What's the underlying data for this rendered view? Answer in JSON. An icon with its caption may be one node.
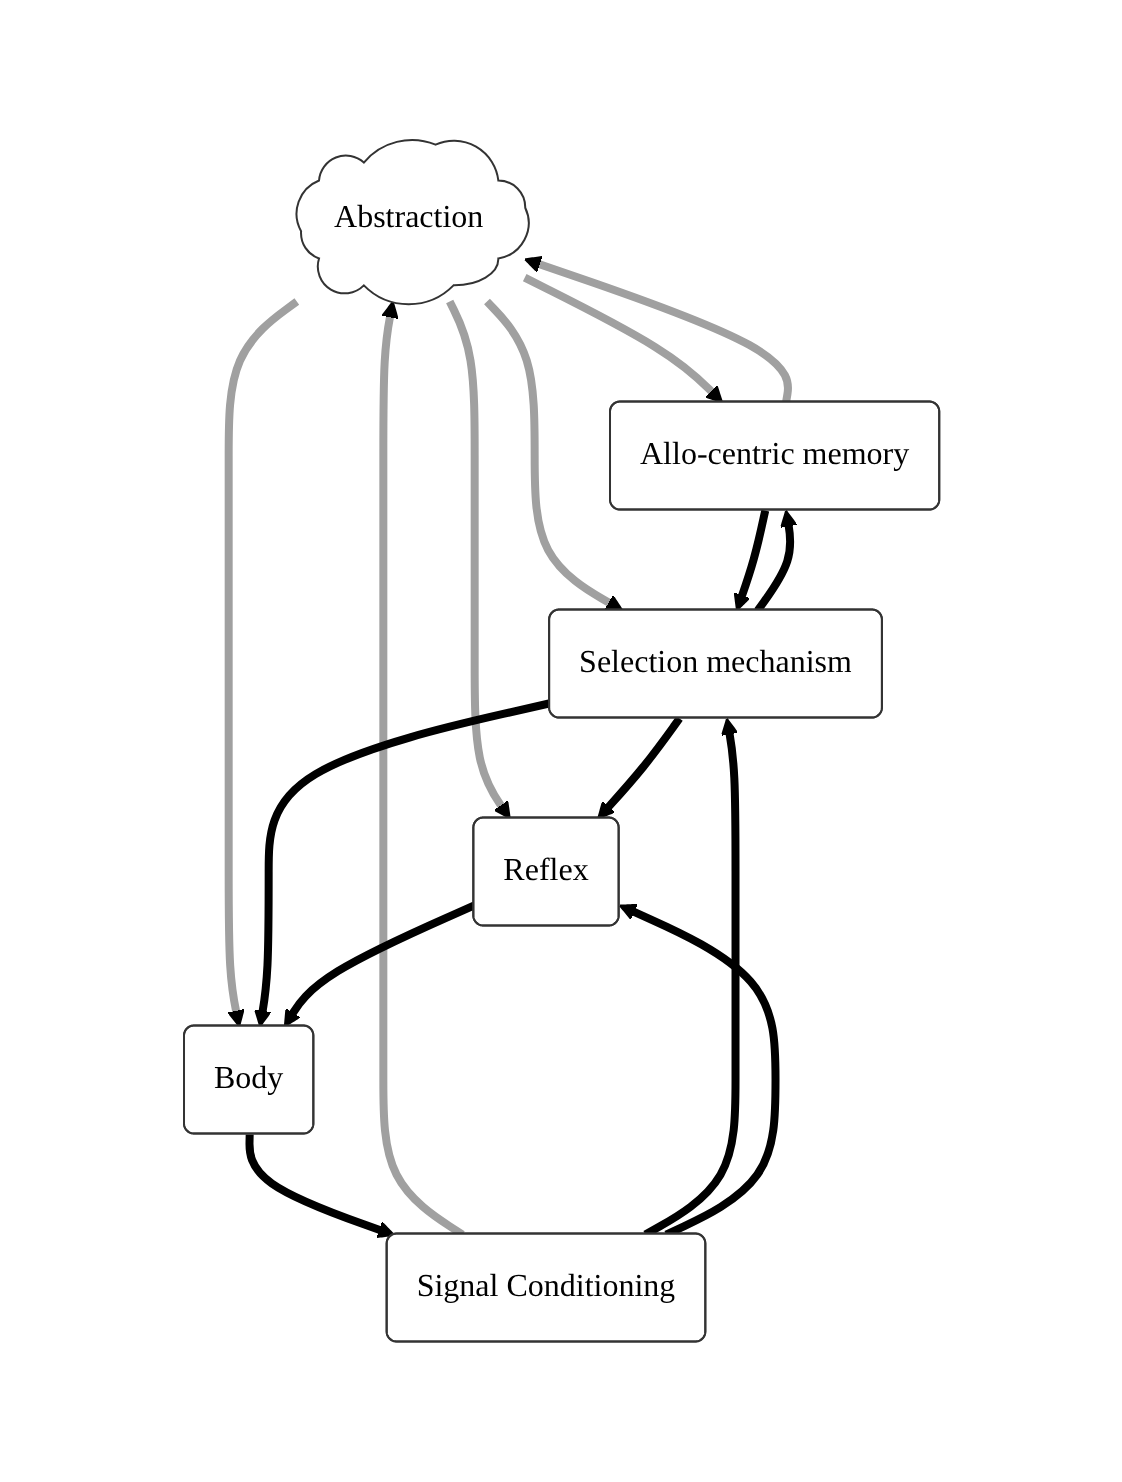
{
  "diagram": {
    "nodes": [
      {
        "text": [
          "Abstraction"
        ]
      },
      {
        "text": [
          "Allo-centric memory"
        ]
      },
      {
        "text": [
          "Selection mechanism"
        ]
      },
      {
        "text": [
          "Signal Conditioning"
        ]
      },
      {
        "text": [
          "Reflex"
        ]
      },
      {
        "text": [
          "Body"
        ]
      }
    ],
    "edges": [
      {
        "from": 3,
        "to": 0,
        "arrow": "to",
        "color": "#a0a0a0"
      },
      {
        "from": 1,
        "to": 0,
        "arrow": "to",
        "color": "#a0a0a0"
      },
      {
        "from": 0,
        "to": 1,
        "arrow": "to",
        "color": "#a0a0a0"
      },
      {
        "from": 0,
        "to": 2,
        "arrow": "to",
        "color": "#a0a0a0"
      },
      {
        "from": 0,
        "to": 4,
        "arrow": "to",
        "color": "#a0a0a0"
      },
      {
        "from": 0,
        "to": 5,
        "arrow": "to",
        "color": "#a0a0a0"
      },
      {
        "from": 2,
        "to": 1,
        "arrow": "to"
      },
      {
        "from": 1,
        "to": 2,
        "arrow": "to"
      },
      {
        "from": 3,
        "to": 2,
        "arrow": "to"
      },
      {
        "from": 3,
        "to": 4,
        "arrow": "to"
      },
      {
        "from": 2,
        "to": 4,
        "arrow": "to"
      },
      {
        "from": 2,
        "to": 5,
        "arrow": "to"
      },
      {
        "from": 4,
        "to": 5,
        "arrow": "to"
      },
      {
        "from": 5,
        "to": 3,
        "arrow": "to"
      }
    ]
  }
}
